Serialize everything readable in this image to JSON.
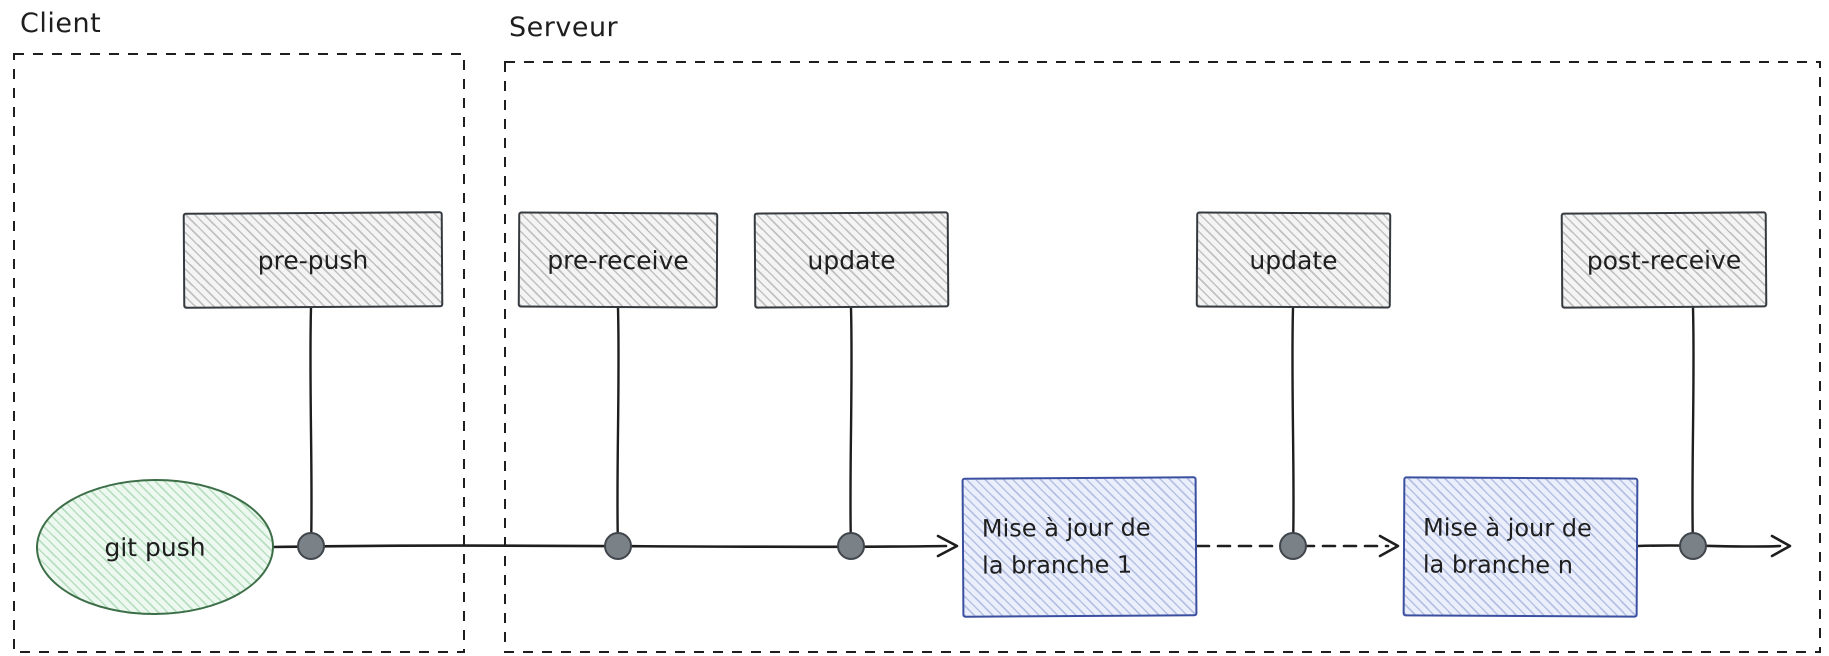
{
  "diagram": {
    "client_label": "Client",
    "server_label": "Serveur",
    "nodes": {
      "git_push": {
        "label": "git push",
        "shape": "ellipse"
      },
      "pre_push": {
        "label": "pre-push",
        "shape": "rect"
      },
      "pre_receive": {
        "label": "pre-receive",
        "shape": "rect"
      },
      "update_1": {
        "label": "update",
        "shape": "rect"
      },
      "update_n": {
        "label": "update",
        "shape": "rect"
      },
      "post_receive": {
        "label": "post-receive",
        "shape": "rect"
      },
      "branch_1": {
        "line1": "Mise à jour de",
        "line2": "la branche 1",
        "shape": "rect"
      },
      "branch_n": {
        "line1": "Mise à jour de",
        "line2": "la branche n",
        "shape": "rect"
      }
    },
    "flow": [
      "git_push -> pre_push -> pre_receive -> update_1 -> branch_1",
      "branch_1 --dashed--> update_n -> branch_n",
      "branch_n -> post_receive -> out"
    ],
    "colors": {
      "stroke": "#1e1e1e",
      "hook_border": "#343a40",
      "hook_fill": "#f4f4f4",
      "branch_border": "#3b4fa0",
      "branch_fill": "#eaeffb",
      "ellipse_border": "#3c6e47",
      "ellipse_fill": "#ecf8f0",
      "dot_fill": "#7a8187",
      "dot_border": "#40464c"
    }
  }
}
